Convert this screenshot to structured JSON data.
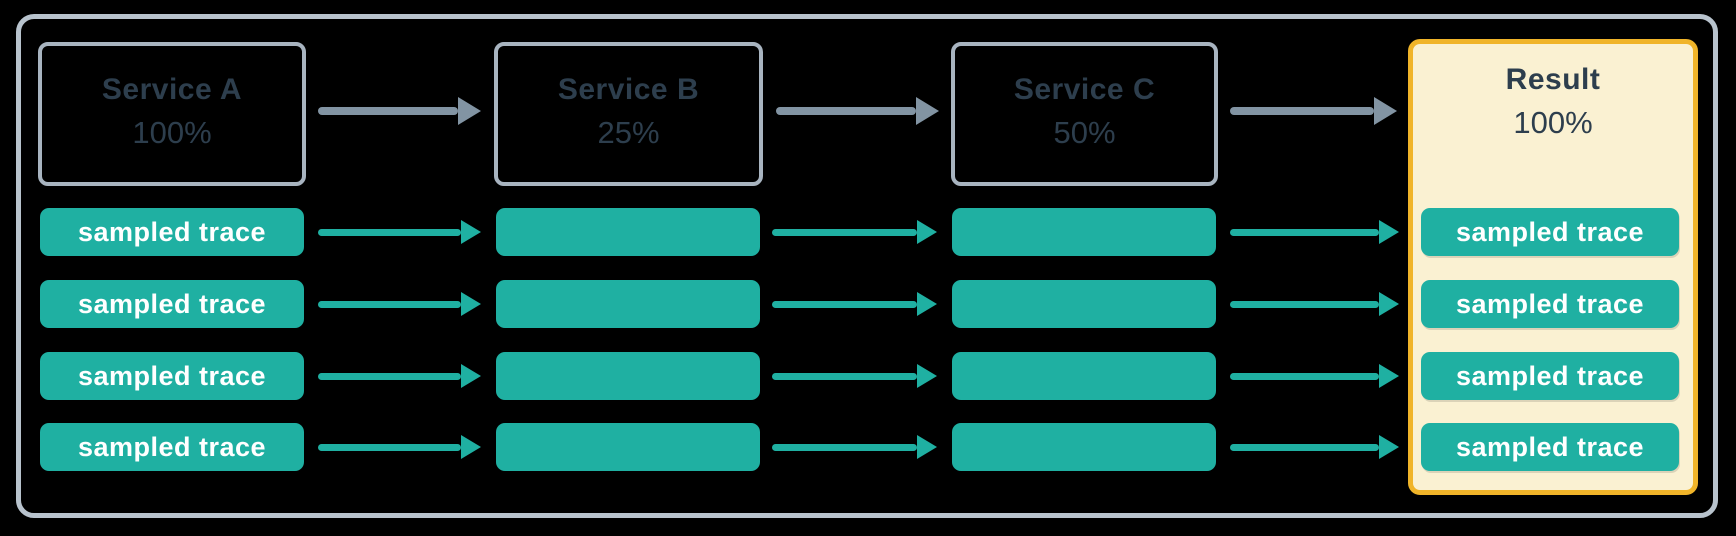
{
  "diagram": {
    "title_semantics": "trace sampling flow",
    "services": [
      {
        "name": "Service A",
        "rate": "100%"
      },
      {
        "name": "Service B",
        "rate": "25%"
      },
      {
        "name": "Service C",
        "rate": "50%"
      }
    ],
    "result": {
      "name": "Result",
      "rate": "100%"
    },
    "trace_label": "sampled trace",
    "trace_rows": 4,
    "colors": {
      "background": "#000000",
      "frame_border": "#B8C3CD",
      "service_box_border": "#A8B4C0",
      "service_text": "#2D3E4D",
      "teal": "#1FB0A2",
      "gray_arrow": "#8294A3",
      "result_border": "#F0B429",
      "result_background": "#FAF1D2",
      "pill_text": "#FFFFFF"
    }
  }
}
